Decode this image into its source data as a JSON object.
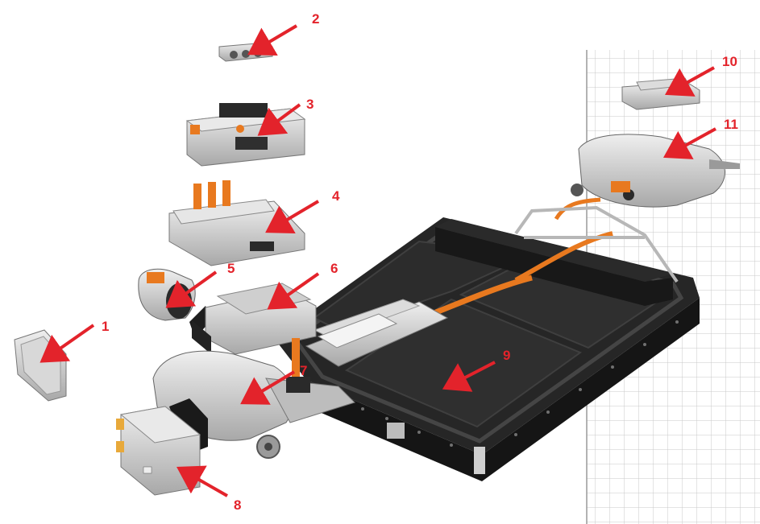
{
  "colors": {
    "callout": "#e3232b",
    "grid_line": "#c9c9c9",
    "metal_light": "#e4e4e4",
    "metal_mid": "#bdbdbd",
    "metal_dark": "#8a8a8a",
    "housing_black": "#1d1d1d",
    "cable_orange": "#e8791f"
  },
  "callouts": [
    {
      "label": "1",
      "part": "module-1"
    },
    {
      "label": "2",
      "part": "module-2"
    },
    {
      "label": "3",
      "part": "module-3"
    },
    {
      "label": "4",
      "part": "module-4"
    },
    {
      "label": "5",
      "part": "module-5"
    },
    {
      "label": "6",
      "part": "module-6"
    },
    {
      "label": "7",
      "part": "module-7"
    },
    {
      "label": "8",
      "part": "module-8"
    },
    {
      "label": "9",
      "part": "module-9"
    },
    {
      "label": "10",
      "part": "module-10"
    },
    {
      "label": "11",
      "part": "module-11"
    }
  ]
}
